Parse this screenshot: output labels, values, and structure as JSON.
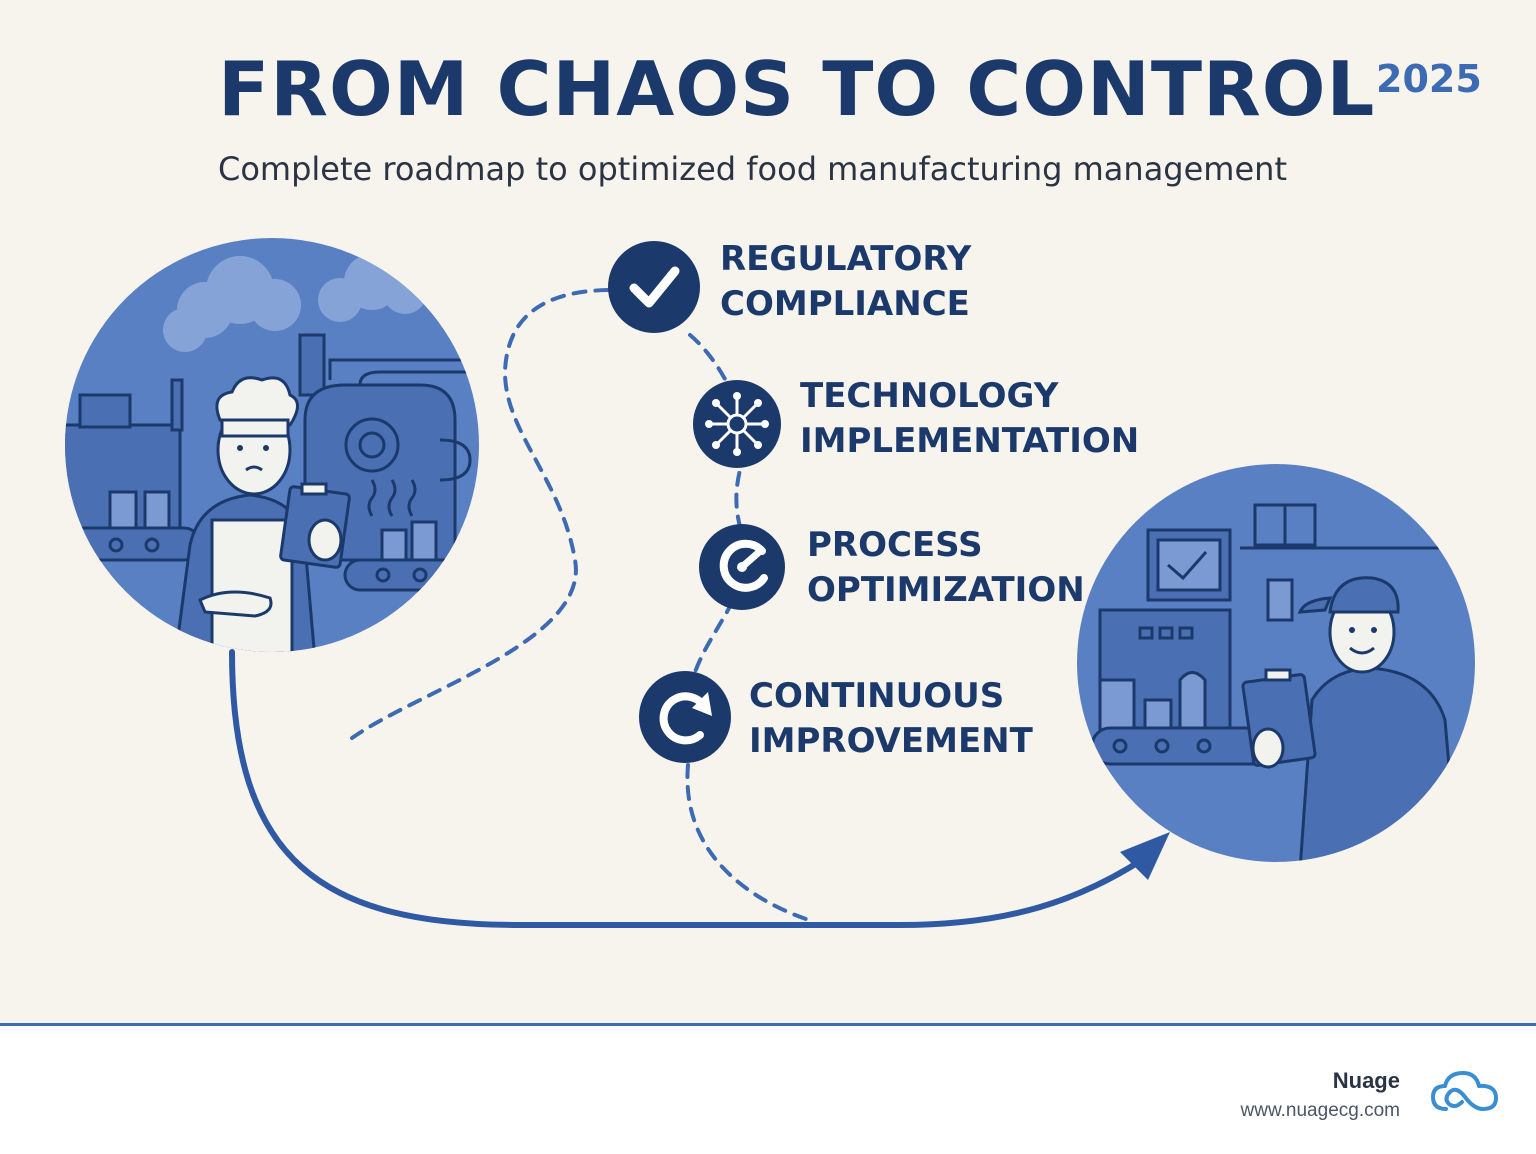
{
  "header": {
    "title": "FROM CHAOS TO CONTROL",
    "year": "2025",
    "subtitle": "Complete roadmap to optimized food manufacturing management"
  },
  "steps": [
    {
      "line1": "REGULATORY",
      "line2": "COMPLIANCE",
      "icon": "checkmark-icon"
    },
    {
      "line1": "TECHNOLOGY",
      "line2": "IMPLEMENTATION",
      "icon": "network-hub-icon"
    },
    {
      "line1": "PROCESS",
      "line2": "OPTIMIZATION",
      "icon": "gauge-icon"
    },
    {
      "line1": "CONTINUOUS",
      "line2": "IMPROVEMENT",
      "icon": "refresh-icon"
    }
  ],
  "illustrations": {
    "chaos": "stressed-chef-factory-illustration",
    "control": "calm-worker-factory-illustration"
  },
  "footer": {
    "brand": "Nuage",
    "url": "www.nuagecg.com",
    "logo_icon": "cloud-logo-icon"
  },
  "colors": {
    "navy": "#1b3a6b",
    "accent": "#3d6bb3",
    "circle_fill": "#5a80c4",
    "background": "#f7f4ee"
  }
}
